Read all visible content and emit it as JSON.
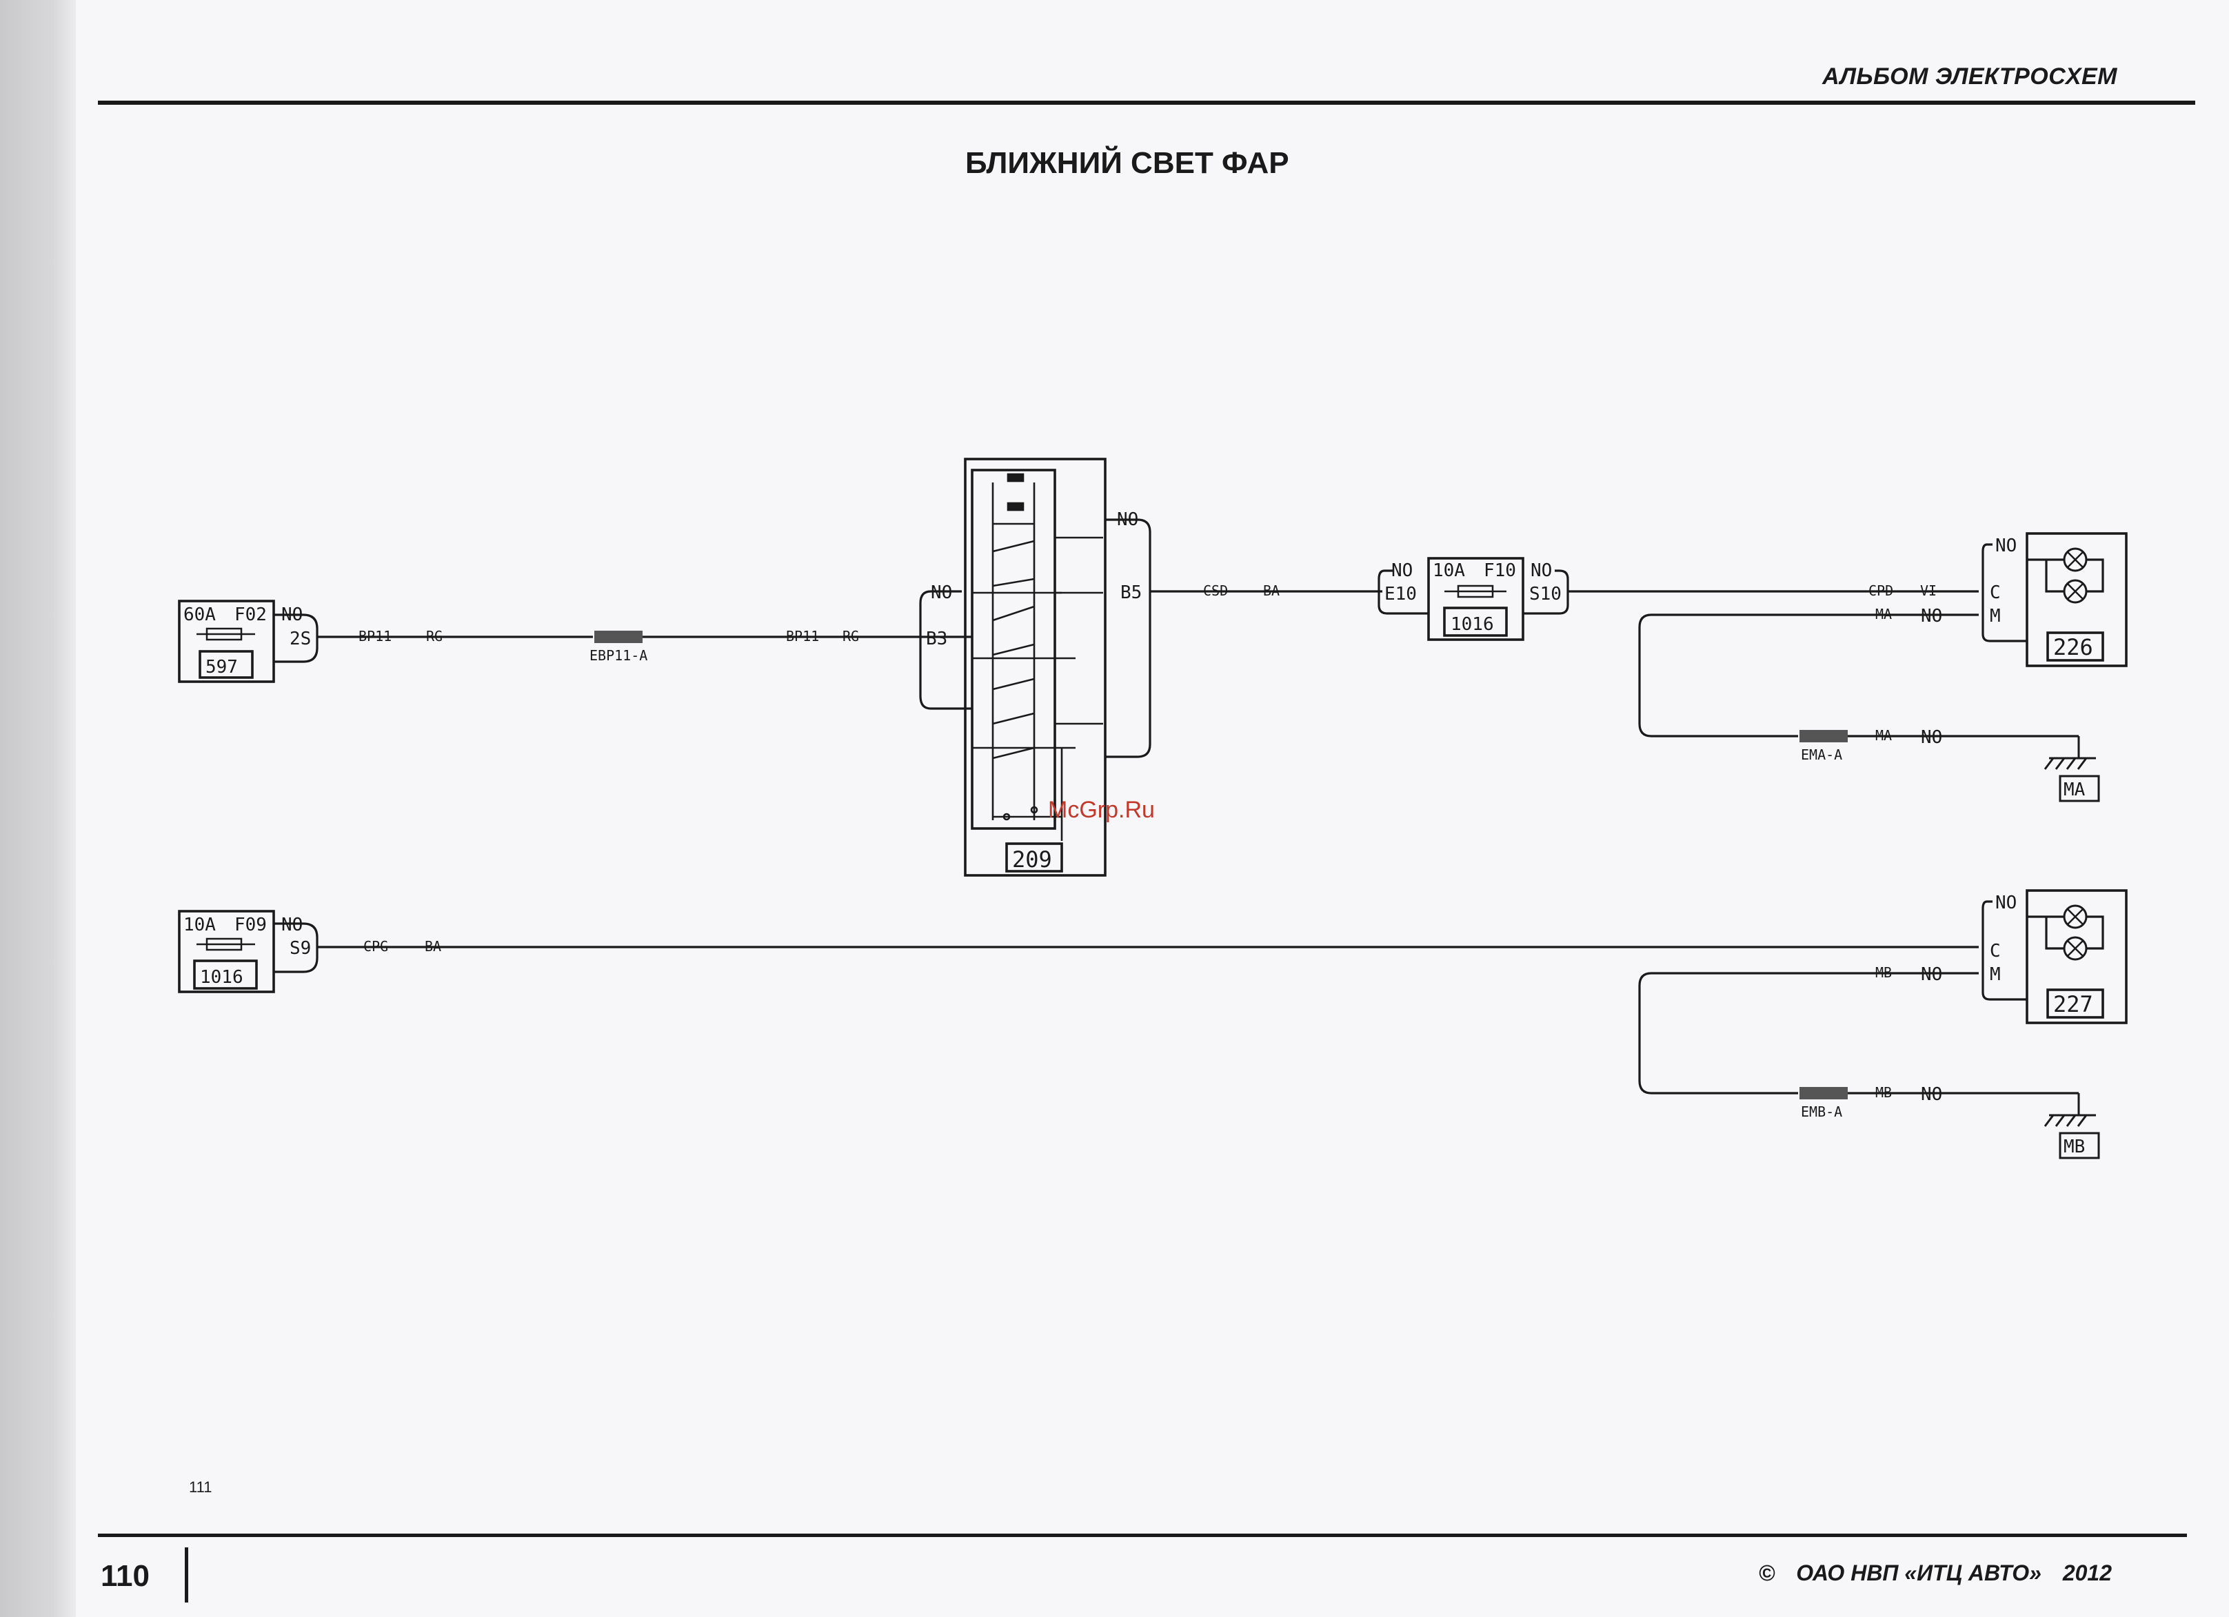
{
  "header": {
    "album_title": "АЛЬБОМ ЭЛЕКТРОСХЕМ",
    "page_title": "БЛИЖНИЙ СВЕТ ФАР"
  },
  "footer": {
    "page_number": "110",
    "note": "111",
    "copyright": "©",
    "publisher": "ОАО НВП «ИТЦ АВТО»",
    "year": "2012"
  },
  "watermark": "McGrp.Ru",
  "diagram": {
    "fuse_f02": {
      "rating": "60A",
      "code": "F02",
      "block": "597",
      "pin": "2S",
      "no": "NO"
    },
    "wire_bp11_a": {
      "code": "BP11",
      "color": "RG"
    },
    "splice_ebp11": "EBP11-A",
    "wire_bp11_b": {
      "code": "BP11",
      "color": "RG"
    },
    "switch_209": {
      "id": "209",
      "pin_in": "B3",
      "pin_out": "B5",
      "no_in": "NO",
      "no_out": "NO"
    },
    "wire_csd": {
      "code": "CSD",
      "color": "BA"
    },
    "fuse_f10": {
      "rating": "10A",
      "code": "F10",
      "block": "1016",
      "pin_in": "E10",
      "pin_out": "S10",
      "no_in": "NO",
      "no_out": "NO"
    },
    "wire_cpd": {
      "code": "CPD",
      "color": "VI"
    },
    "wire_ma": {
      "code": "MA",
      "no": "NO"
    },
    "splice_ema": "EMA-A",
    "wire_ma2": {
      "code": "MA",
      "no": "NO"
    },
    "ground_ma": "MA",
    "headlamp_226": {
      "id": "226",
      "pin_c": "C",
      "pin_m": "M",
      "no": "NO"
    },
    "fuse_f09": {
      "rating": "10A",
      "code": "F09",
      "block": "1016",
      "pin": "S9",
      "no": "NO"
    },
    "wire_cpg": {
      "code": "CPG",
      "color": "BA"
    },
    "wire_mb": {
      "code": "MB",
      "no": "NO"
    },
    "splice_emb": "EMB-A",
    "wire_mb2": {
      "code": "MB",
      "no": "NO"
    },
    "ground_mb": "MB",
    "headlamp_227": {
      "id": "227",
      "pin_c": "C",
      "pin_m": "M",
      "no": "NO"
    }
  }
}
